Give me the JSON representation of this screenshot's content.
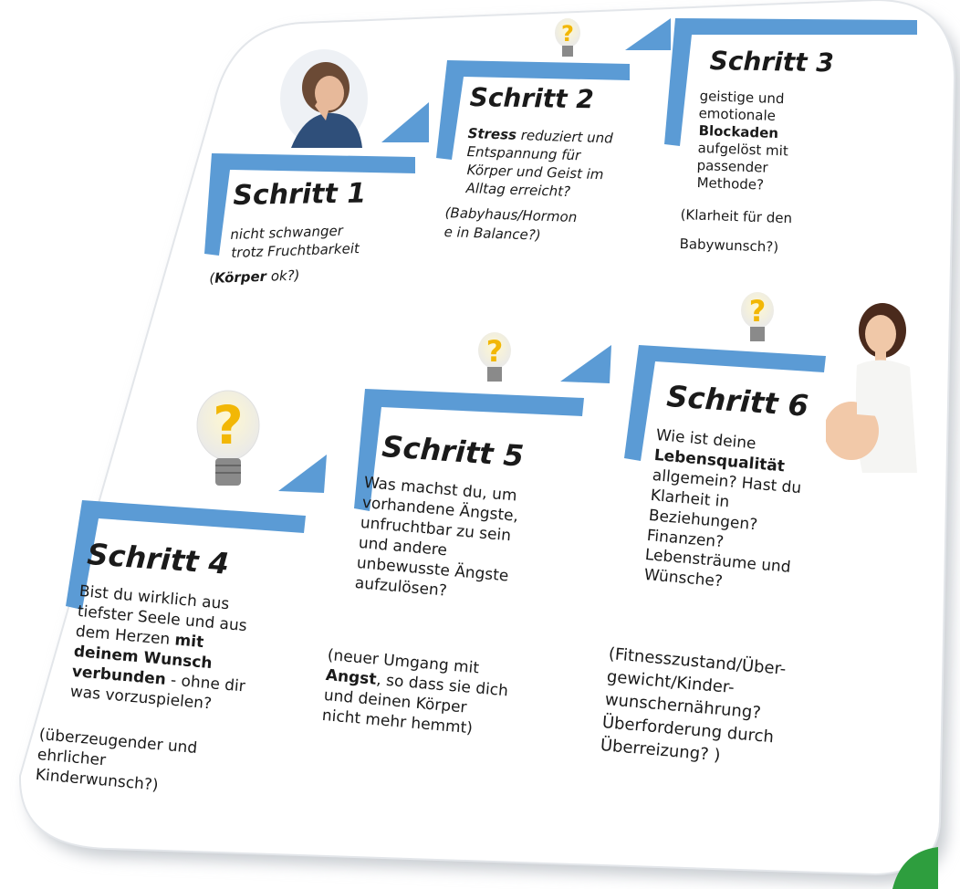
{
  "colors": {
    "bar": "#5b9bd5",
    "card": "#ffffff",
    "shadow": "#c9cdd2",
    "bulb": "#f2b705",
    "leaf": "#2e9e3e"
  },
  "steps": [
    {
      "title": "Schritt 1",
      "lines": [
        [
          {
            "t": "nicht schwanger"
          }
        ],
        [
          {
            "t": "trotz Fruchtbarkeit"
          }
        ]
      ],
      "note": [
        [
          {
            "t": "(",
            "i": true
          },
          {
            "t": "Körper",
            "b": true,
            "i": true
          },
          {
            "t": " ok?)",
            "i": true
          }
        ]
      ]
    },
    {
      "title": "Schritt 2",
      "lines": [
        [
          {
            "t": "Stress",
            "b": true
          },
          {
            "t": " reduziert und"
          }
        ],
        [
          {
            "t": "Entspannung für"
          }
        ],
        [
          {
            "t": "Körper und Geist im"
          }
        ],
        [
          {
            "t": "Alltag erreicht?"
          }
        ]
      ],
      "note": [
        [
          {
            "t": "(Babyhaus/Hormon"
          }
        ],
        [
          {
            "t": "e in Balance?)"
          }
        ]
      ]
    },
    {
      "title": "Schritt 3",
      "lines": [
        [
          {
            "t": "geistige und"
          }
        ],
        [
          {
            "t": "emotionale"
          }
        ],
        [
          {
            "t": "Blockaden",
            "b": true
          }
        ],
        [
          {
            "t": "aufgelöst mit"
          }
        ],
        [
          {
            "t": "passender"
          }
        ],
        [
          {
            "t": "Methode?"
          }
        ]
      ],
      "note": [
        [
          {
            "t": "(Klarheit für den"
          }
        ],
        [
          {
            "t": "Babywunsch?)"
          }
        ]
      ]
    },
    {
      "title": "Schritt 4",
      "lines": [
        [
          {
            "t": "Bist du wirklich aus"
          }
        ],
        [
          {
            "t": "tiefster Seele und aus"
          }
        ],
        [
          {
            "t": "dem Herzen "
          },
          {
            "t": "mit",
            "b": true
          }
        ],
        [
          {
            "t": "deinem Wunsch",
            "b": true
          }
        ],
        [
          {
            "t": "verbunden",
            "b": true
          },
          {
            "t": " - ohne dir"
          }
        ],
        [
          {
            "t": "was vorzuspielen?"
          }
        ]
      ],
      "note": [
        [
          {
            "t": "(überzeugender und"
          }
        ],
        [
          {
            "t": "ehrlicher"
          }
        ],
        [
          {
            "t": "Kinderwunsch?)"
          }
        ]
      ]
    },
    {
      "title": "Schritt 5",
      "lines": [
        [
          {
            "t": "Was machst du, um"
          }
        ],
        [
          {
            "t": "vorhandene Ängste,"
          }
        ],
        [
          {
            "t": "unfruchtbar zu sein"
          }
        ],
        [
          {
            "t": "und andere"
          }
        ],
        [
          {
            "t": "unbewusste Ängste"
          }
        ],
        [
          {
            "t": "aufzulösen?"
          }
        ]
      ],
      "note": [
        [
          {
            "t": "(neuer Umgang mit"
          }
        ],
        [
          {
            "t": "Angst",
            "b": true
          },
          {
            "t": ", so dass sie dich"
          }
        ],
        [
          {
            "t": "und deinen Körper"
          }
        ],
        [
          {
            "t": "nicht mehr hemmt)"
          }
        ]
      ]
    },
    {
      "title": "Schritt 6",
      "lines": [
        [
          {
            "t": "Wie ist deine"
          }
        ],
        [
          {
            "t": "Lebensqualität",
            "b": true
          }
        ],
        [
          {
            "t": "allgemein? Hast du"
          }
        ],
        [
          {
            "t": "Klarheit in"
          }
        ],
        [
          {
            "t": "Beziehungen?"
          }
        ],
        [
          {
            "t": "Finanzen?"
          }
        ],
        [
          {
            "t": "Lebensträume und"
          }
        ],
        [
          {
            "t": "Wünsche?"
          }
        ]
      ],
      "note": [
        [
          {
            "t": "(Fitnesszustand/Über-"
          }
        ],
        [
          {
            "t": "gewicht/Kinder-"
          }
        ],
        [
          {
            "t": "wunschernährung?"
          }
        ],
        [
          {
            "t": "Überforderung durch"
          }
        ],
        [
          {
            "t": "Überreizung? )"
          }
        ]
      ]
    }
  ],
  "bulb_mark": "?",
  "icons": [
    "question-bulb-icon",
    "woman-photo",
    "pregnant-woman-photo",
    "leaf-logo"
  ]
}
